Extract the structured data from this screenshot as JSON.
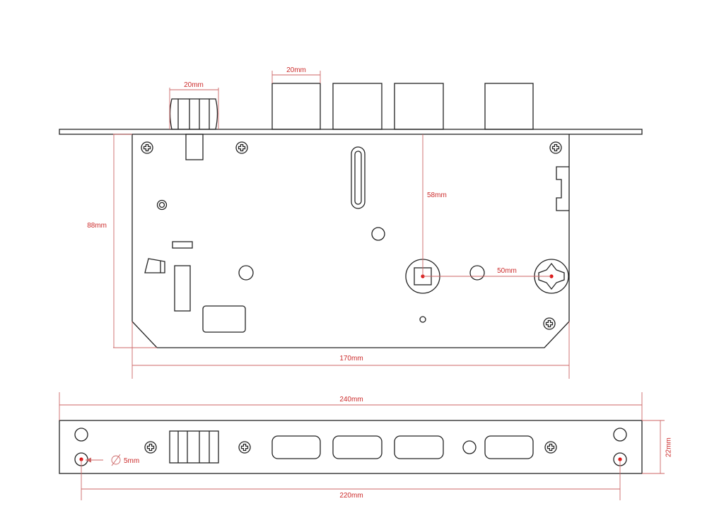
{
  "diagram": {
    "views": [
      "side-view",
      "faceplate-view"
    ],
    "colors": {
      "line": "#222222",
      "dimension": "#cc6666",
      "dimension_text": "#cc2b2b",
      "marker": "#dd1111"
    },
    "dimensions": {
      "latch_width": "20mm",
      "bolt_width": "20mm",
      "body_height": "88mm",
      "backset": "58mm",
      "spindle_to_cylinder": "50mm",
      "body_length": "170mm",
      "faceplate_length": "240mm",
      "faceplate_height": "22mm",
      "hole_diameter": "5mm",
      "hole_spacing": "220mm"
    }
  }
}
